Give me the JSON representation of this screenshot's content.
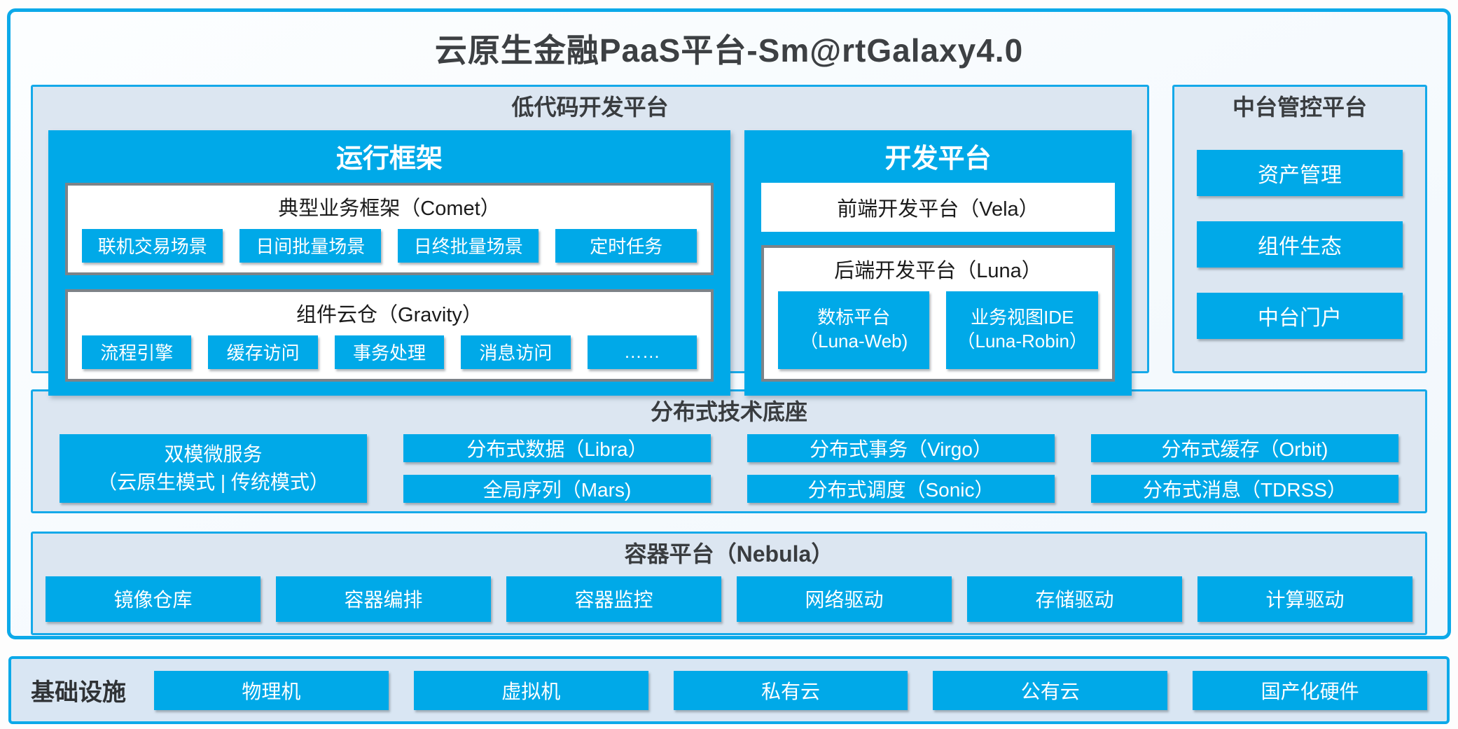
{
  "title": "云原生金融PaaS平台-Sm@rtGalaxy4.0",
  "colors": {
    "accent_blue": "#00a9e8",
    "border_blue": "#0ca9e9",
    "section_bg": "#dce6f1",
    "gray_box_border": "#7d8388",
    "dark_text": "#3d4043"
  },
  "low_code": {
    "header": "低代码开发平台",
    "runtime": {
      "header": "运行框架",
      "comet": {
        "title": "典型业务框架（Comet）",
        "items": [
          "联机交易场景",
          "日间批量场景",
          "日终批量场景",
          "定时任务"
        ]
      },
      "gravity": {
        "title": "组件云仓（Gravity）",
        "items": [
          "流程引擎",
          "缓存访问",
          "事务处理",
          "消息访问",
          "……"
        ]
      }
    },
    "dev": {
      "header": "开发平台",
      "frontend": "前端开发平台（Vela）",
      "backend": {
        "title": "后端开发平台（Luna）",
        "items": [
          {
            "line1": "数标平台",
            "line2": "（Luna-Web)"
          },
          {
            "line1": "业务视图IDE",
            "line2": "（Luna-Robin）"
          }
        ]
      }
    }
  },
  "mid_platform": {
    "header": "中台管控平台",
    "items": [
      "资产管理",
      "组件生态",
      "中台门户"
    ]
  },
  "distributed": {
    "header": "分布式技术底座",
    "dual_mode": {
      "line1": "双模微服务",
      "line2": "（云原生模式 | 传统模式）"
    },
    "columns": [
      [
        "分布式数据（Libra）",
        "全局序列（Mars)"
      ],
      [
        "分布式事务（Virgo）",
        "分布式调度（Sonic）"
      ],
      [
        "分布式缓存（Orbit)",
        "分布式消息（TDRSS）"
      ]
    ]
  },
  "container_platform": {
    "header": "容器平台（Nebula）",
    "items": [
      "镜像仓库",
      "容器编排",
      "容器监控",
      "网络驱动",
      "存储驱动",
      "计算驱动"
    ]
  },
  "infrastructure": {
    "label": "基础设施",
    "items": [
      "物理机",
      "虚拟机",
      "私有云",
      "公有云",
      "国产化硬件"
    ]
  }
}
